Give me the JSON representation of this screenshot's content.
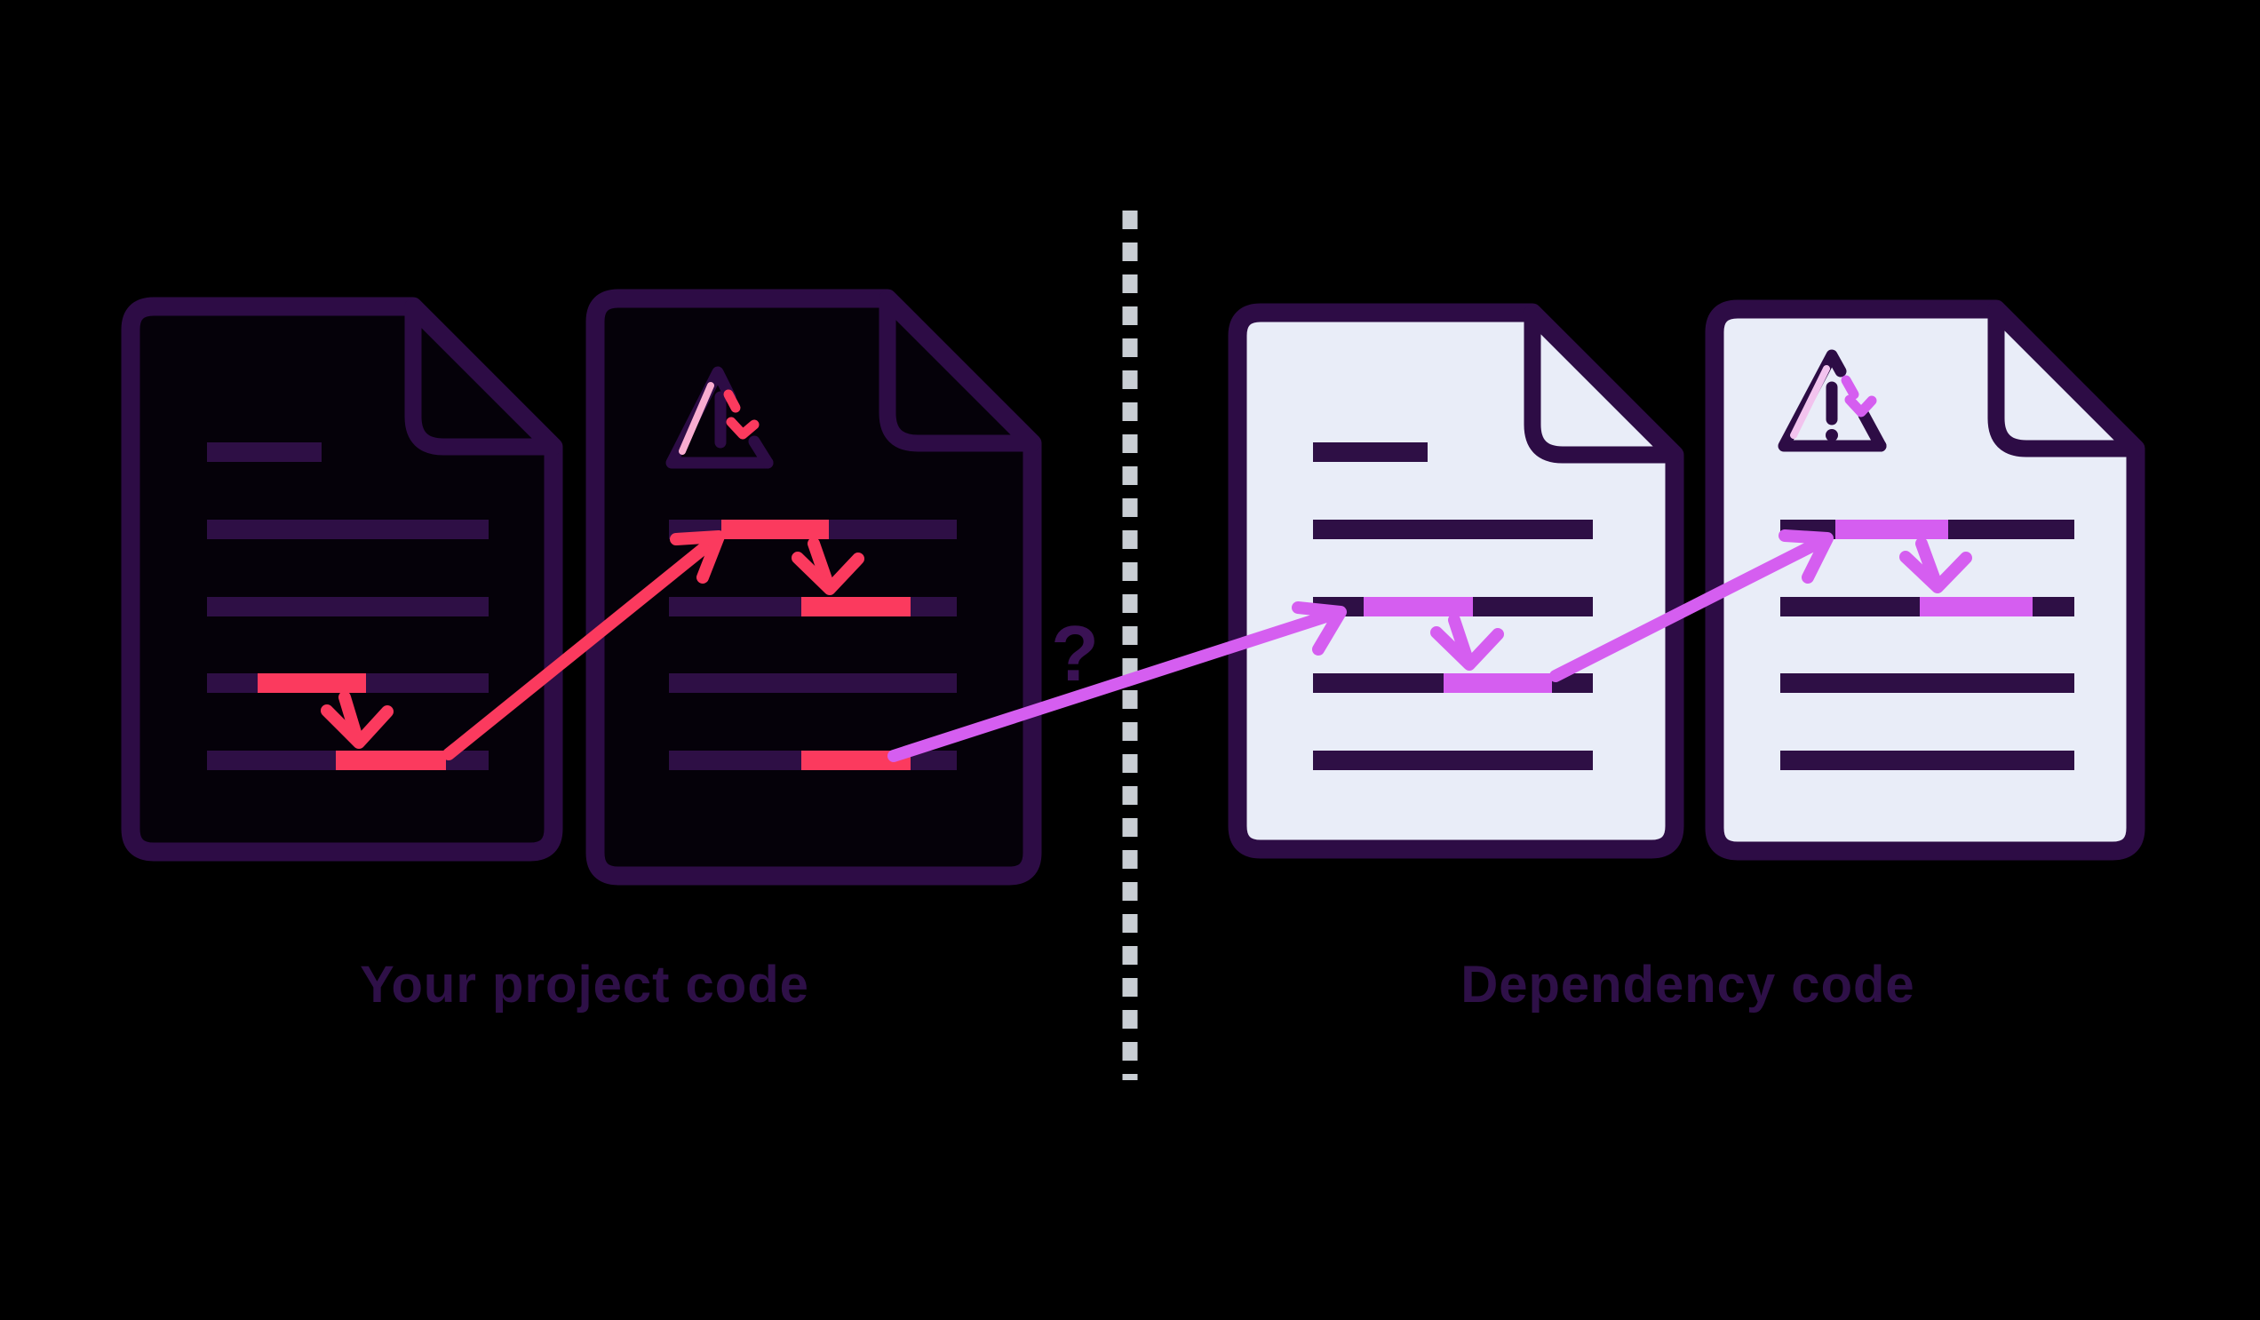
{
  "colors": {
    "background": "#000000",
    "doc_border": "#2d0c45",
    "doc_dark_fill": "#050109",
    "doc_light_fill": "#e9edf8",
    "code_line": "#2e0f45",
    "highlight_red": "#fb3a5e",
    "highlight_violet": "#d55ef0",
    "triangle_accent_pink": "#f8add0",
    "triangle_accent_lilac": "#f2c3ee",
    "divider_grey": "#c9ced4",
    "question_mark": "#3a1254",
    "label_text": "#2e1047"
  },
  "diagram": {
    "left_panel": {
      "label": "Your project code",
      "documents": [
        {
          "name": "project-file",
          "style": "dark",
          "highlights": "red"
        },
        {
          "name": "project-file-with-warning",
          "style": "dark",
          "icon": "warning-triangle-icon",
          "highlights": "red"
        }
      ]
    },
    "right_panel": {
      "label": "Dependency code",
      "documents": [
        {
          "name": "dependency-file",
          "style": "light",
          "highlights": "violet"
        },
        {
          "name": "dependency-file-with-warning",
          "style": "light",
          "icon": "warning-triangle-icon",
          "highlights": "violet"
        }
      ]
    },
    "divider": {
      "style": "dashed-vertical",
      "question_mark": "?"
    }
  }
}
